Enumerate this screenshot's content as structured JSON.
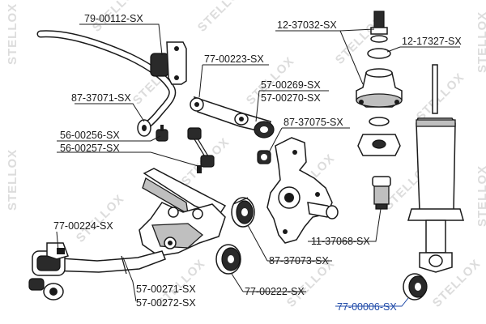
{
  "colors": {
    "label": "#1a1a1a",
    "highlight_label": "#1f4aa8",
    "watermark": "#dcdcdc"
  },
  "watermark_text": "STELLOX",
  "labels": {
    "p79_00112": "79-00112-SX",
    "p87_37071": "87-37071-SX",
    "p56_00256": "56-00256-SX",
    "p56_00257": "56-00257-SX",
    "p77_00224": "77-00224-SX",
    "p57_00271": "57-00271-SX",
    "p57_00272": "57-00272-SX",
    "p77_00223": "77-00223-SX",
    "p57_00269": "57-00269-SX",
    "p57_00270": "57-00270-SX",
    "p87_37075": "87-37075-SX",
    "p87_37073": "87-37073-SX",
    "p77_00222": "77-00222-SX",
    "p12_37032": "12-37032-SX",
    "p12_17327": "12-17327-SX",
    "p11_37068": "11-37068-SX",
    "p77_00006": "77-00006-SX"
  }
}
